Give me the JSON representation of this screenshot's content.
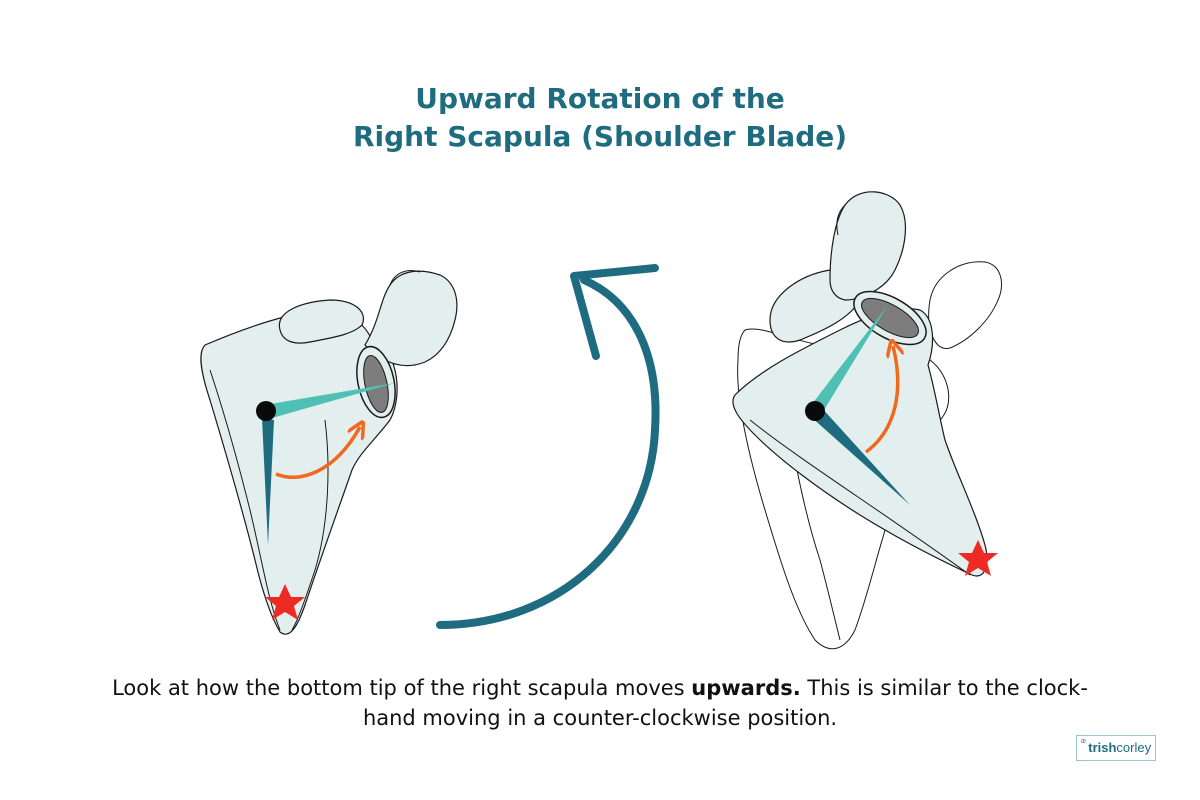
{
  "title": {
    "line1": "Upward Rotation of the",
    "line2": "Right Scapula (Shoulder Blade)"
  },
  "caption": {
    "part1": "Look at how the bottom tip of the right scapula moves ",
    "emphasis": "upwards.",
    "part2": " This is similar to the clock-hand moving in a counter-clockwise position."
  },
  "logo": {
    "prefix": "dr",
    "name_bold": "trish",
    "name_regular": "corley"
  },
  "colors": {
    "title": "#1f6b80",
    "bone_fill": "#e3efee",
    "outline": "#1a1a1a",
    "long_hand": "#1f6b80",
    "short_hand": "#4fc0b4",
    "rotation_arrow": "#f0691e",
    "big_arrow": "#1f6b80",
    "star": "#ee2a24",
    "glenoid": "#7d7d7d"
  },
  "icons": [
    "star-icon",
    "curved-arrow-icon"
  ]
}
